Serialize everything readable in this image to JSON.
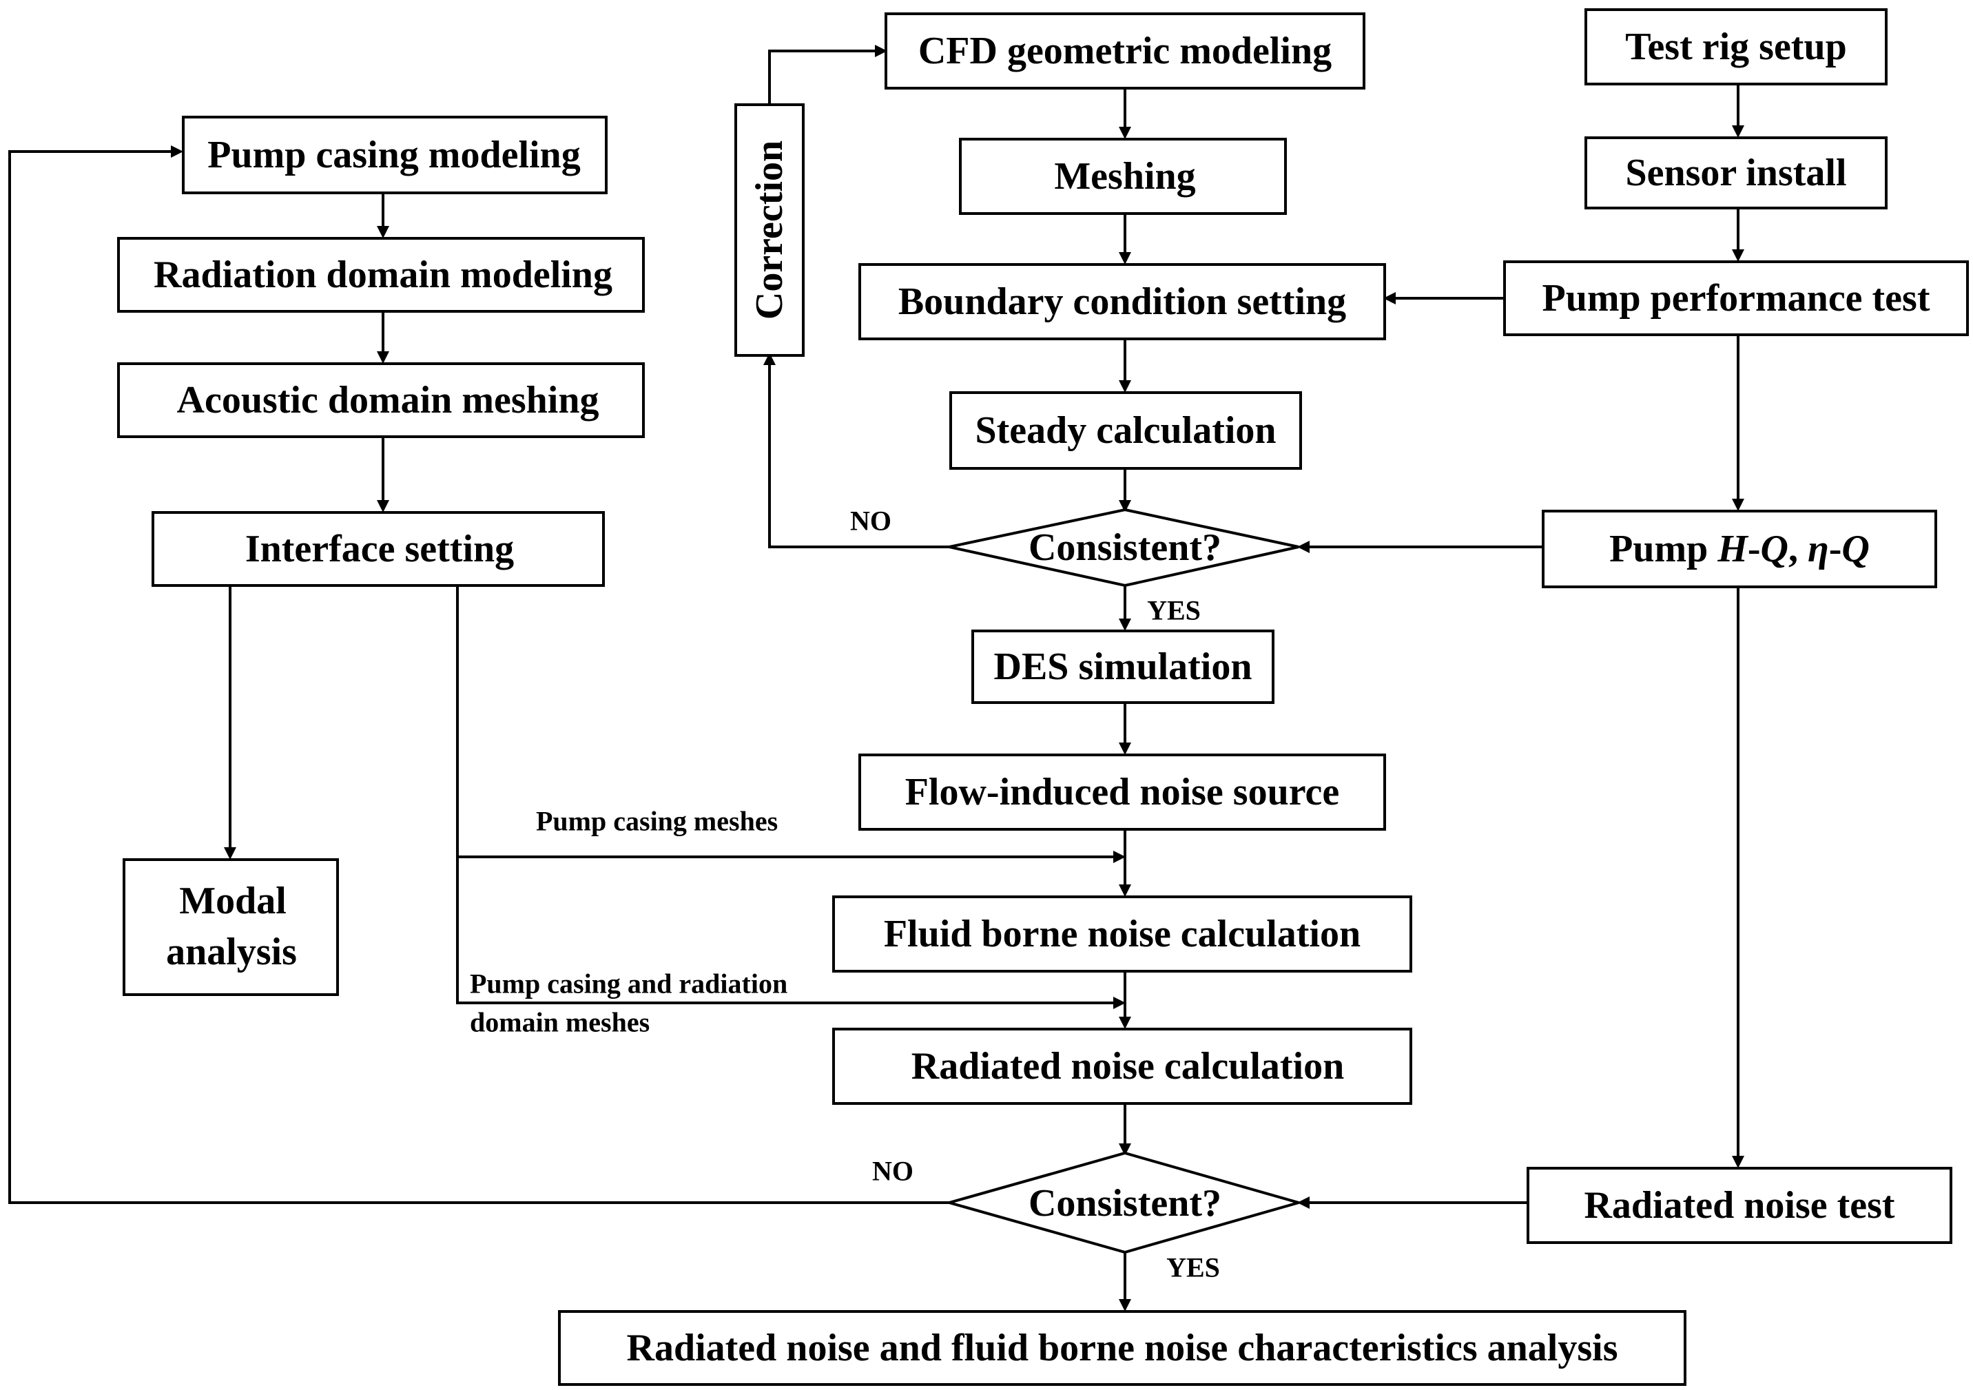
{
  "nodes": {
    "cfd_modeling": "CFD geometric modeling",
    "meshing": "Meshing",
    "boundary": "Boundary condition setting",
    "steady": "Steady calculation",
    "consistent1": "Consistent?",
    "des": "DES simulation",
    "flow_noise_source": "Flow-induced noise source",
    "fluid_borne": "Fluid borne noise calculation",
    "radiated_calc": "Radiated noise calculation",
    "consistent2": "Consistent?",
    "final": "Radiated noise and fluid borne noise characteristics analysis",
    "test_rig": "Test rig setup",
    "sensor": "Sensor install",
    "perf_test": "Pump performance test",
    "hq_prefix": "Pump ",
    "hq_h": "H",
    "hq_dash1": "-",
    "hq_q1": "Q",
    "hq_comma": ", ",
    "hq_eta": "η",
    "hq_dash2": "-",
    "hq_q2": "Q",
    "noise_test": "Radiated noise test",
    "pump_casing": "Pump casing modeling",
    "radiation_domain": "Radiation domain modeling",
    "acoustic_meshing": "Acoustic domain meshing",
    "interface": "Interface setting",
    "modal_line1": "Modal",
    "modal_line2": "analysis",
    "correction": "Correction"
  },
  "edge_labels": {
    "no1": "NO",
    "yes1": "YES",
    "no2": "NO",
    "yes2": "YES",
    "casing_meshes": "Pump casing meshes",
    "casing_radiation_line1": "Pump casing and radiation",
    "casing_radiation_line2": "domain meshes"
  }
}
